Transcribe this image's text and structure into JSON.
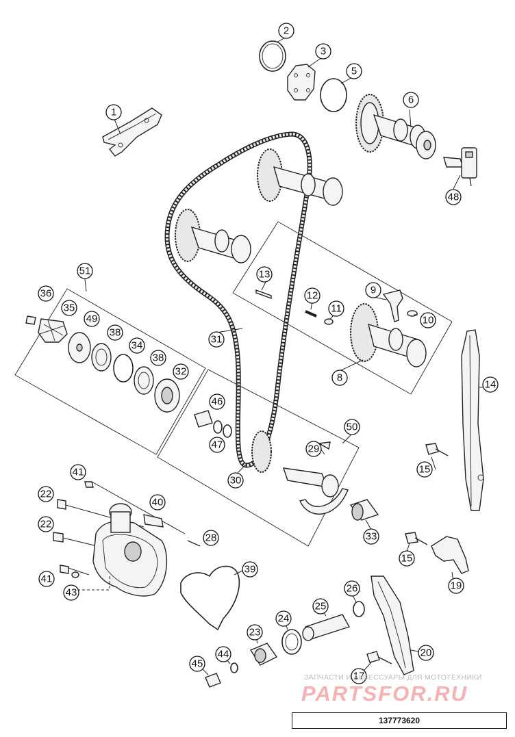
{
  "watermark": {
    "top_text": "ЗАПЧАСТИ И АКСЕССУАРЫ ДЛЯ МОТОТЕХНИКИ",
    "logo_text": "PARTSFOR.RU"
  },
  "diagram_id": "137773620",
  "callouts": [
    "1",
    "2",
    "3",
    "5",
    "6",
    "48",
    "13",
    "12",
    "11",
    "9",
    "10",
    "8",
    "51",
    "36",
    "35",
    "49",
    "38",
    "34",
    "38",
    "32",
    "31",
    "14",
    "46",
    "47",
    "50",
    "29",
    "30",
    "15",
    "41",
    "22",
    "40",
    "22",
    "28",
    "33",
    "15",
    "19",
    "41",
    "43",
    "39",
    "26",
    "25",
    "24",
    "23",
    "20",
    "44",
    "45",
    "17"
  ]
}
